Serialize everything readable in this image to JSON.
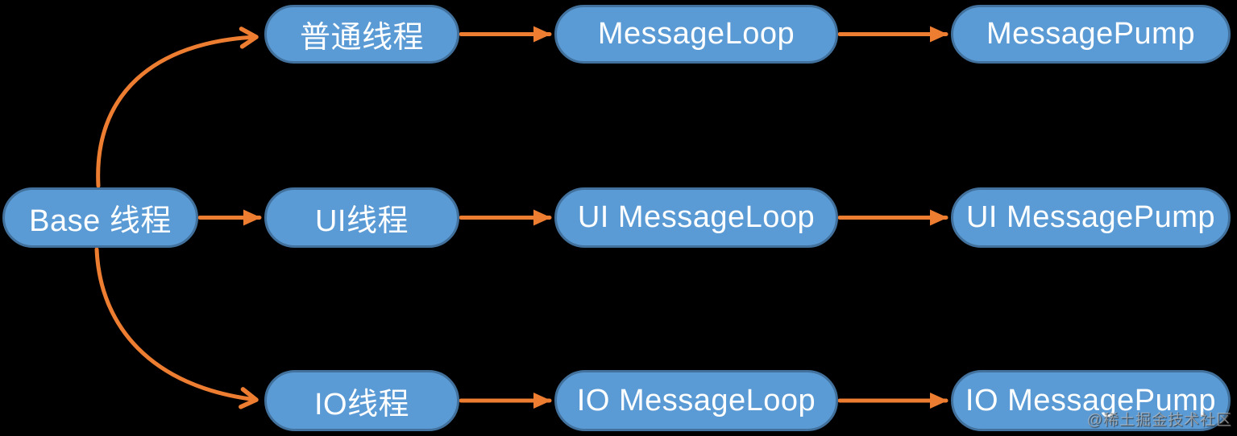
{
  "colors": {
    "background": "#000000",
    "node_fill": "#5B9BD5",
    "node_border": "#41719C",
    "arrow": "#ED7D31",
    "node_text": "#FFFFFF"
  },
  "nodes": {
    "base": "Base 线程",
    "normal_thread": "普通线程",
    "message_loop": "MessageLoop",
    "message_pump": "MessagePump",
    "ui_thread": "UI线程",
    "ui_message_loop": "UI MessageLoop",
    "ui_message_pump": "UI MessagePump",
    "io_thread": "IO线程",
    "io_message_loop": "IO MessageLoop",
    "io_message_pump": "IO MessagePump"
  },
  "edges": [
    {
      "from": "base",
      "to": "normal_thread",
      "style": "curved-up"
    },
    {
      "from": "base",
      "to": "ui_thread",
      "style": "straight"
    },
    {
      "from": "base",
      "to": "io_thread",
      "style": "curved-down"
    },
    {
      "from": "normal_thread",
      "to": "message_loop",
      "style": "straight"
    },
    {
      "from": "message_loop",
      "to": "message_pump",
      "style": "straight"
    },
    {
      "from": "ui_thread",
      "to": "ui_message_loop",
      "style": "straight"
    },
    {
      "from": "ui_message_loop",
      "to": "ui_message_pump",
      "style": "straight"
    },
    {
      "from": "io_thread",
      "to": "io_message_loop",
      "style": "straight"
    },
    {
      "from": "io_message_loop",
      "to": "io_message_pump",
      "style": "straight"
    }
  ],
  "watermark": "@稀土掘金技术社区"
}
